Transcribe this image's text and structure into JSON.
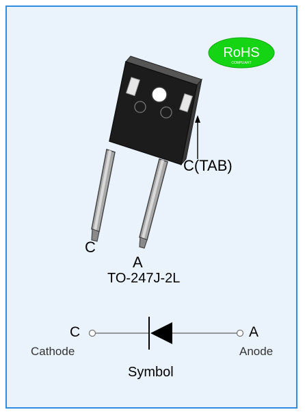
{
  "badge": {
    "text": "RoHS",
    "subtext": "COMPLIANT",
    "color": "#14d414"
  },
  "package": {
    "pin_left_label": "C",
    "pin_right_label": "A",
    "tab_label": "C(TAB)",
    "name": "TO-247J-2L"
  },
  "symbol": {
    "cathode_letter": "C",
    "cathode_text": "Cathode",
    "anode_letter": "A",
    "anode_text": "Anode",
    "caption": "Symbol"
  },
  "colors": {
    "border": "#2f8ce0",
    "panel": "#eaf3fc",
    "body": "#1c1c1c"
  }
}
